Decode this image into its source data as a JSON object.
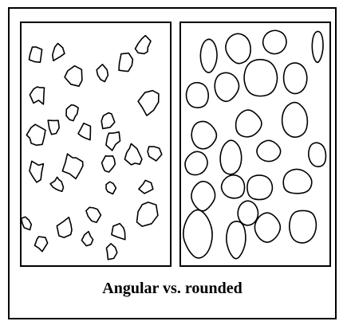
{
  "caption": "Angular vs. rounded",
  "colors": {
    "stroke": "#000000",
    "background": "#ffffff"
  },
  "panels": [
    {
      "key": "angular",
      "grain_shape": "angular"
    },
    {
      "key": "rounded",
      "grain_shape": "rounded"
    }
  ]
}
